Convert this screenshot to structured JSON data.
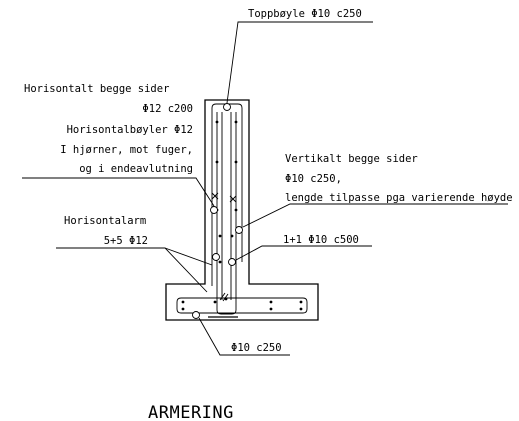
{
  "labels": {
    "top_stirrup": "Toppbøyle Φ10 c250",
    "horiz_both_1": "Horisontalt begge sider",
    "horiz_both_2": "Φ12 c200",
    "horiz_stirrups_1": "Horisontalbøyler Φ12",
    "horiz_stirrups_2": "I hjørner, mot fuger,",
    "horiz_stirrups_3": "og i endeavlutning",
    "vert_both_1": "Vertikalt begge sider",
    "vert_both_2": "Φ10 c250,",
    "vert_both_3": "lengde tilpasse pga varierende høyde",
    "horiz_arm_1": "Horisontalarm",
    "horiz_arm_2": "5+5 Φ12",
    "pair_bars": "1+1 Φ10 c500",
    "base_bars": "Φ10 c250",
    "section_title": "ARMERING"
  }
}
